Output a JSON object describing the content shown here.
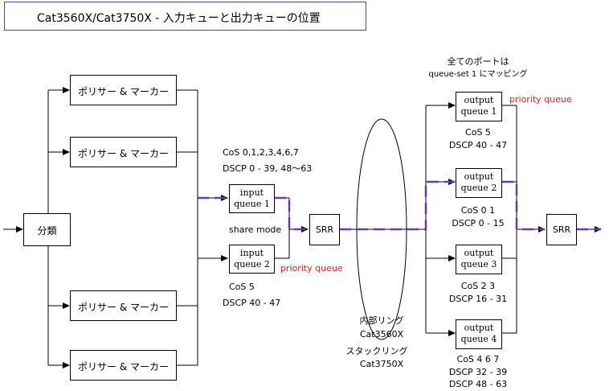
{
  "title": "Cat3560X/Cat3750X - 入力キューと出力キューの位置",
  "classifier": "分類",
  "policers": [
    "ポリサー & マーカー",
    "ポリサー & マーカー",
    "ポリサー & マーカー",
    "ポリサー & マーカー"
  ],
  "input_cos_line": "CoS 0,1,2,3,4,6,7",
  "input_dscp_line": "DSCP 0 - 39, 48〜63",
  "input_queue1": [
    "input",
    "queue 1"
  ],
  "share_mode": "share mode",
  "input_queue2": [
    "input",
    "queue 2"
  ],
  "input_priority": "priority queue",
  "input_q2_cos": "CoS 5",
  "input_q2_dscp": "DSCP 40 - 47",
  "srr_in": "SRR",
  "internal_ring": "内部リング",
  "internal_ring_model": "Cat3560X",
  "stack_ring": "スタックリング",
  "stack_ring_model": "Cat3750X",
  "mapping_line1": "全てのポートは",
  "mapping_line2": "queue-set 1 にマッピング",
  "output_queues": [
    {
      "l1": "output",
      "l2": "queue 1",
      "cos": "CoS 5",
      "dscp": "DSCP 40 - 47",
      "dscp2": ""
    },
    {
      "l1": "output",
      "l2": "queue 2",
      "cos": "CoS 0 1",
      "dscp": "DSCP 0 - 15",
      "dscp2": ""
    },
    {
      "l1": "output",
      "l2": "queue 3",
      "cos": "CoS 2 3",
      "dscp": "DSCP 16 - 31",
      "dscp2": ""
    },
    {
      "l1": "output",
      "l2": "queue 4",
      "cos": "CoS 4 6 7",
      "dscp": "DSCP 32 - 39",
      "dscp2": "DSCP 48 - 63"
    }
  ],
  "output_priority": "priority queue",
  "srr_out": "SRR",
  "colors": {
    "dashed_path": "#6f3aa0",
    "title_border": "#6f3a97",
    "priority_text": "#e31c1c"
  }
}
